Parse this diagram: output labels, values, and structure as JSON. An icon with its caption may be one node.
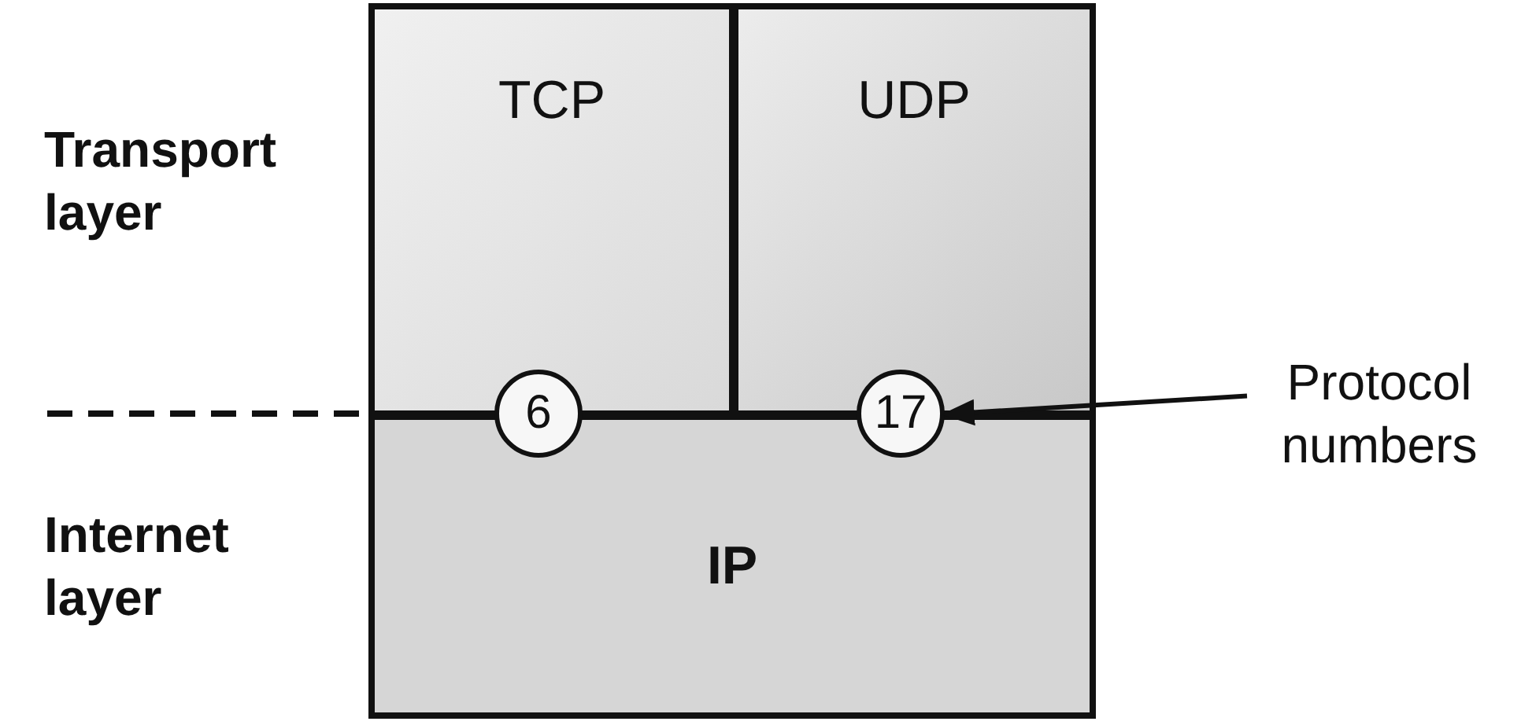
{
  "diagram": {
    "nodes": [
      {
        "text": [
          "TCP"
        ]
      },
      {
        "text": [
          "UDP"
        ]
      },
      {
        "text": [
          "IP"
        ]
      },
      {
        "text": [
          "6"
        ]
      },
      {
        "text": [
          "17"
        ]
      },
      {
        "text": [
          "Protocol numbers"
        ]
      }
    ],
    "edges": [
      {
        "from": 5,
        "to": 4,
        "arrow": "to"
      }
    ],
    "labels": [
      "Transport layer",
      "Internet layer"
    ]
  }
}
